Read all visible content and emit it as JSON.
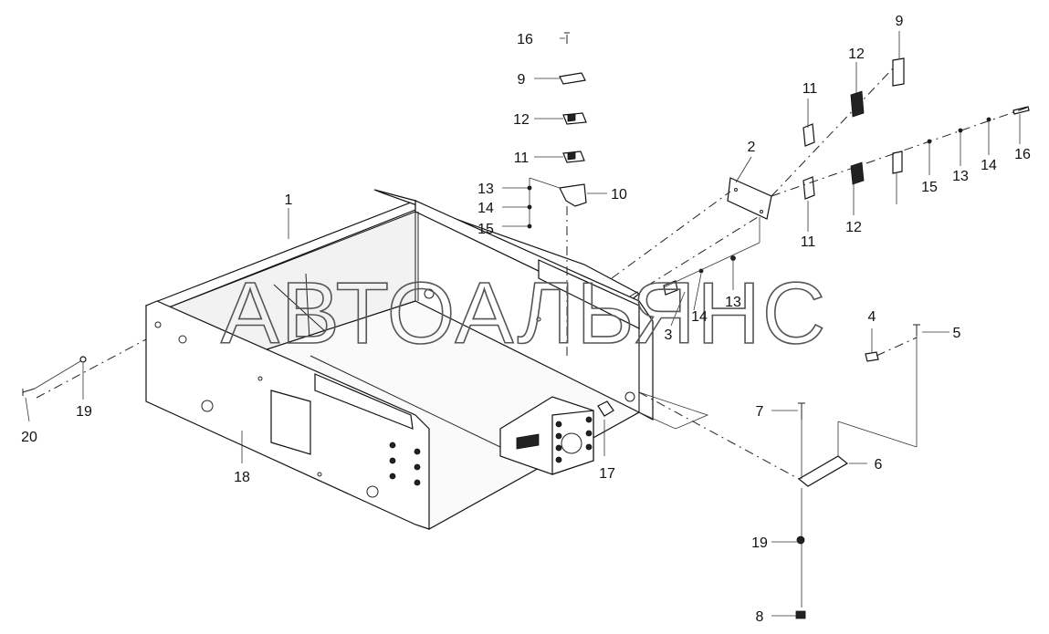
{
  "watermark": "АВТОАЛЬЯНС",
  "callouts": [
    "1",
    "2",
    "3",
    "4",
    "5",
    "6",
    "7",
    "8",
    "9",
    "9",
    "10",
    "11",
    "11",
    "11",
    "12",
    "12",
    "12",
    "13",
    "13",
    "13",
    "14",
    "14",
    "14",
    "15",
    "15",
    "16",
    "16",
    "17",
    "18",
    "19",
    "19",
    "20"
  ]
}
